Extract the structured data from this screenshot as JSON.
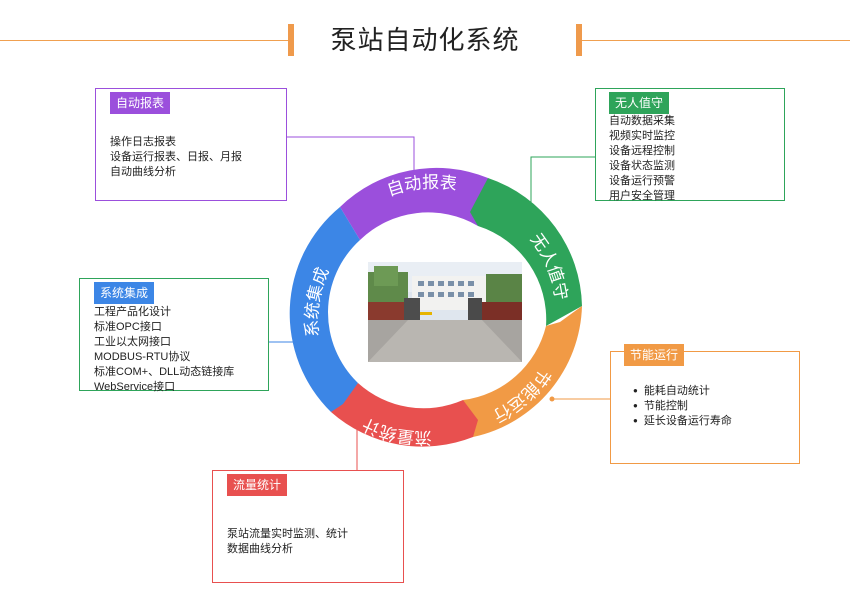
{
  "title": "泵站自动化系统",
  "colors": {
    "report": "#9b4fdc",
    "unattended": "#2ea45a",
    "energy": "#f19a45",
    "flow": "#e8504f",
    "integration": "#3c86e6",
    "accent": "#ef9a4c"
  },
  "center_image": "pump-station-photo",
  "segments": [
    {
      "id": "report",
      "label": "自动报表"
    },
    {
      "id": "unattended",
      "label": "无人值守"
    },
    {
      "id": "energy",
      "label": "节能运行"
    },
    {
      "id": "flow",
      "label": "流量统计"
    },
    {
      "id": "integration",
      "label": "系统集成"
    }
  ],
  "boxes": {
    "report": {
      "tag": "自动报表",
      "items": [
        "操作日志报表",
        "设备运行报表、日报、月报",
        "自动曲线分析"
      ]
    },
    "unattended": {
      "tag": "无人值守",
      "items": [
        "自动数据采集",
        "视频实时监控",
        "设备远程控制",
        "设备状态监测",
        "设备运行预警",
        "用户安全管理"
      ]
    },
    "integration": {
      "tag": "系统集成",
      "items": [
        "工程产品化设计",
        "标准OPC接口",
        "工业以太网接口",
        "MODBUS-RTU协议",
        "标准COM+、DLL动态链接库",
        "WebService接口"
      ]
    },
    "energy": {
      "tag": "节能运行",
      "items": [
        "能耗自动统计",
        "节能控制",
        "延长设备运行寿命"
      ]
    },
    "flow": {
      "tag": "流量统计",
      "items": [
        "泵站流量实时监测、统计",
        "数据曲线分析"
      ]
    }
  }
}
